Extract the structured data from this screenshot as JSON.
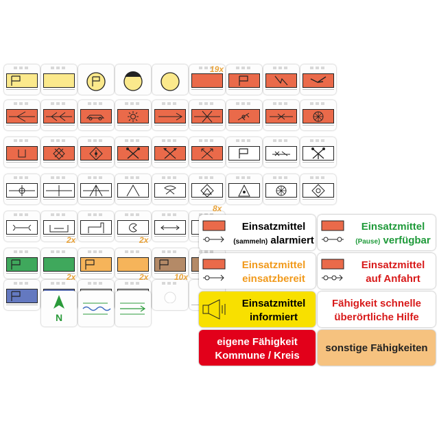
{
  "multipliers": {
    "row1": "19x",
    "row5": "8x",
    "green1": "2x",
    "green2": "2x",
    "blue1": "2x",
    "blue2": "2x",
    "blue3": "10x"
  },
  "colors": {
    "yellow": "#fbe98c",
    "red": "#ea6a4a",
    "white": "#ffffff",
    "green": "#3fa85c",
    "orange": "#f6b45a",
    "brown": "#b48a67",
    "blue": "#6479c0",
    "gray": "#c7c7c7",
    "card_yellow": "#f8e000",
    "card_red": "#e2001a",
    "card_peach": "#f6c27f",
    "text_green": "#1f9a3a",
    "text_orange": "#f19a1c",
    "text_red": "#d81a1a"
  },
  "compass": {
    "letter": "N"
  },
  "cards": {
    "alarmiert": {
      "line1": "Einsatzmittel",
      "small": "(sammeln)",
      "line2": "alarmiert"
    },
    "verfuegbar": {
      "line1": "Einsatzmittel",
      "small": "(Pause)",
      "line2": "verfügbar"
    },
    "einsatzbereit": {
      "line1": "Einsatzmittel",
      "line2": "einsatzbereit"
    },
    "anfahrt": {
      "line1": "Einsatzmittel",
      "line2": "auf Anfahrt"
    },
    "informiert": {
      "line1": "Einsatzmittel",
      "line2": "informiert"
    },
    "hilfe": {
      "line1": "Fähigkeit schnelle",
      "line2": "überörtliche Hilfe"
    },
    "kommune": {
      "line1": "eigene Fähigkeit",
      "line2": "Kommune / Kreis"
    },
    "sonstige": {
      "line1": "sonstige Fähigkeiten"
    }
  }
}
